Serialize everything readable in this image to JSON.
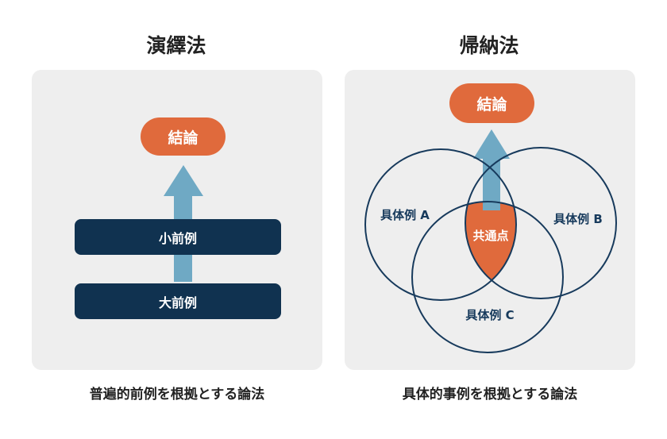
{
  "left": {
    "title": "演繹法",
    "conclusion": "結論",
    "small_premise": "小前例",
    "large_premise": "大前例",
    "caption": "普遍的前例を根拠とする論法"
  },
  "right": {
    "title": "帰納法",
    "conclusion": "結論",
    "example_a": "具体例 A",
    "example_b": "具体例 B",
    "example_c": "具体例 C",
    "common": "共通点",
    "caption": "具体的事例を根拠とする論法"
  },
  "colors": {
    "orange": "#e06a3c",
    "navy": "#103250",
    "arrow_blue": "#6fa9c4",
    "panel_gray": "#eeeeee",
    "circle_stroke": "#173a5c"
  }
}
